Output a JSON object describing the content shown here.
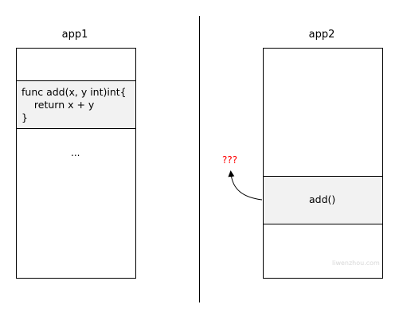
{
  "left_panel": {
    "title": "app1",
    "code_lines": [
      "func add(x, y int)int{",
      "    return x + y",
      "}"
    ],
    "ellipsis": "..."
  },
  "right_panel": {
    "title": "app2",
    "function_label": "add()",
    "question": "???",
    "watermark": "liwenzhou.com"
  },
  "colors": {
    "shaded_fill": "#f2f2f2",
    "question_color": "#ff0000",
    "stroke": "#000000"
  }
}
